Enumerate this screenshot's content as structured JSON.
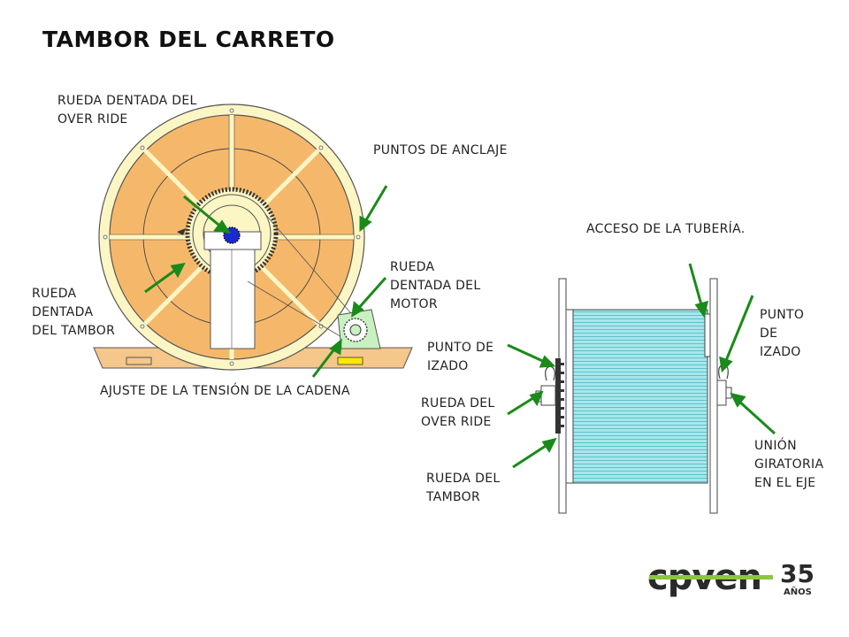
{
  "title": "TAMBOR DEL CARRETO",
  "labels": {
    "override_sprocket": "RUEDA DENTADA DEL\nOVER RIDE",
    "anchor_points": "PUNTOS DE ANCLAJE",
    "drum_sprocket": "RUEDA\nDENTADA\nDEL TAMBOR",
    "motor_sprocket": "RUEDA\nDENTADA DEL\nMOTOR",
    "chain_tension": "AJUSTE DE LA TENSIÓN DE LA CADENA",
    "pipe_access": "ACCESO DE LA TUBERÍA.",
    "lift_point_left": "PUNTO DE\nIZADO",
    "lift_point_right": "PUNTO\nDE\nIZADO",
    "override_wheel": "RUEDA DEL\nOVER RIDE",
    "drum_wheel": "RUEDA DEL\nTAMBOR",
    "swivel_joint": "UNIÓN\nGIRATORIA\nEN EL EJE"
  },
  "logo": {
    "brand": "cpven",
    "years": "35",
    "years_label": "AÑOS"
  },
  "colors": {
    "arrow": "#1a8a1a",
    "drum_fill": "#f5b86a",
    "rim_fill": "#fbf6c4",
    "base_fill": "#f5c78a",
    "motor_fill": "#c8f0c0",
    "hub": "#1a2ad0",
    "cable_fill": "#a8e6ea",
    "logo_dark": "#2a2a2a",
    "logo_green": "#8dc63f",
    "pad_yellow": "#ffe800"
  }
}
